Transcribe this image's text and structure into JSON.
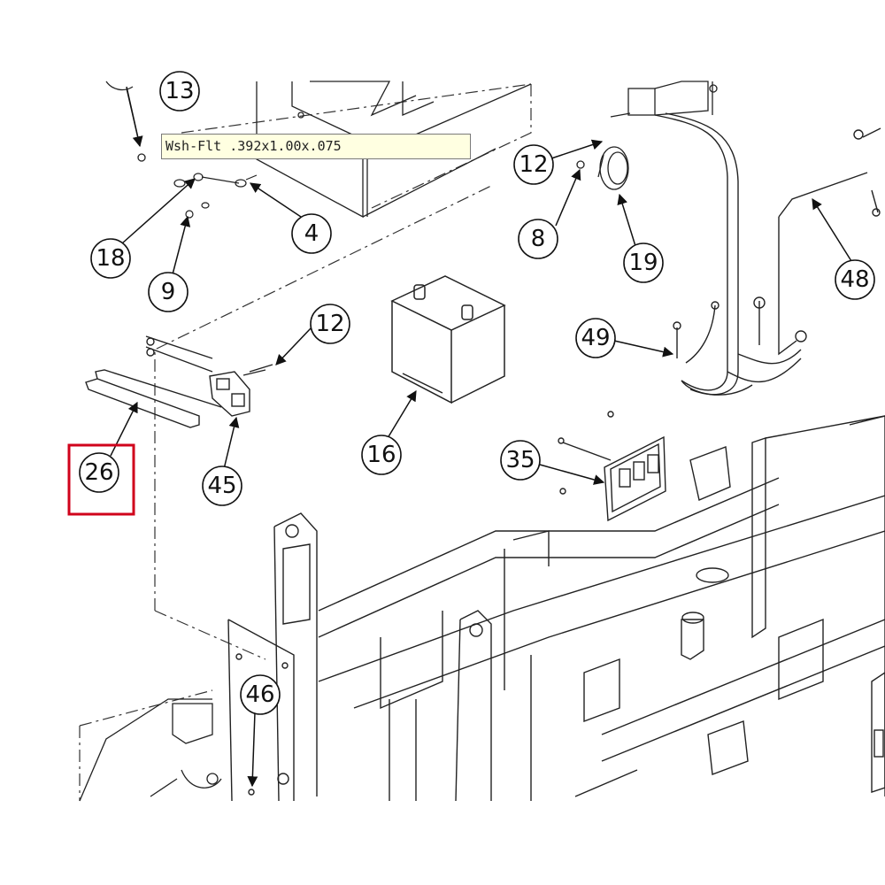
{
  "tooltip": {
    "text": "Wsh-Flt .392x1.00x.075"
  },
  "callouts": {
    "c13": "13",
    "c12a": "12",
    "c12b": "12",
    "c8": "8",
    "c19": "19",
    "c18": "18",
    "c4": "4",
    "c9": "9",
    "c48": "48",
    "c49": "49",
    "c16": "16",
    "c26": "26",
    "c45": "45",
    "c35": "35",
    "c46": "46"
  },
  "highlight": {
    "callout": "26",
    "color": "#d0021b"
  }
}
